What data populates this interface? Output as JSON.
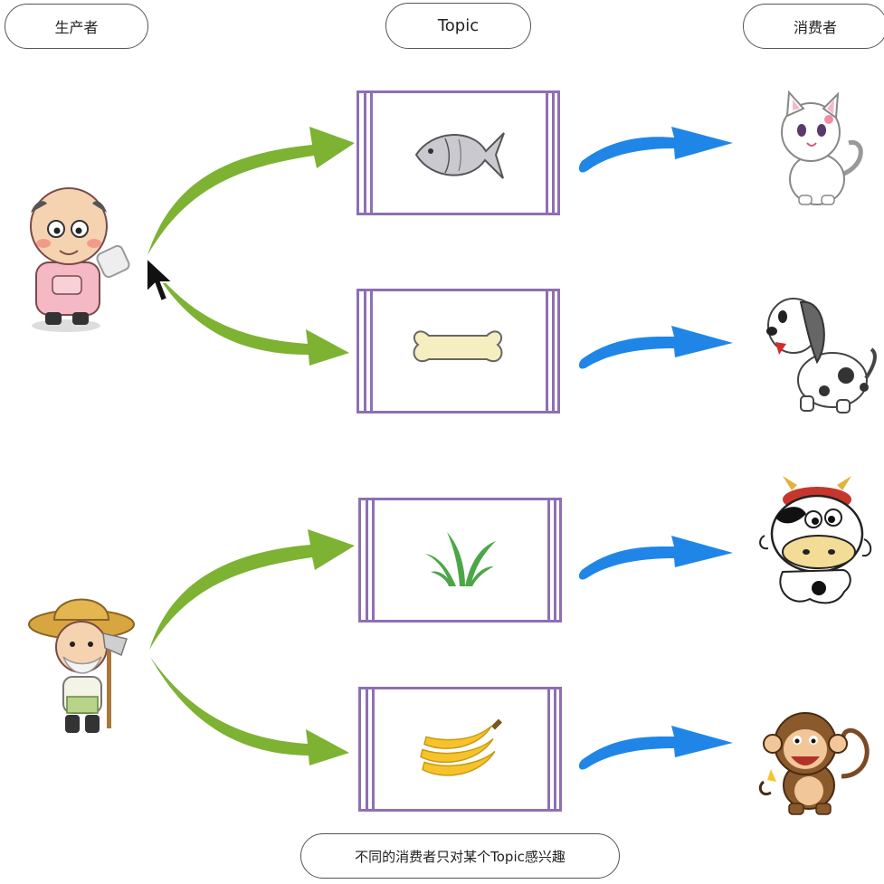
{
  "headers": {
    "producer": "生产者",
    "topic": "Topic",
    "consumer": "消费者"
  },
  "footer": "不同的消费者只对某个Topic感兴趣",
  "topics": [
    {
      "message_icon": "fish-icon",
      "consumer_icon": "cat-icon",
      "producer_icon": "old-man-chef-icon"
    },
    {
      "message_icon": "bone-icon",
      "consumer_icon": "dog-icon",
      "producer_icon": "old-man-chef-icon"
    },
    {
      "message_icon": "grass-icon",
      "consumer_icon": "cow-icon",
      "producer_icon": "farmer-icon"
    },
    {
      "message_icon": "banana-icon",
      "consumer_icon": "monkey-icon",
      "producer_icon": "farmer-icon"
    }
  ],
  "colors": {
    "producer_arrow": "#7db233",
    "consumer_arrow": "#1f86e8",
    "topic_border": "#8e6fb4"
  }
}
